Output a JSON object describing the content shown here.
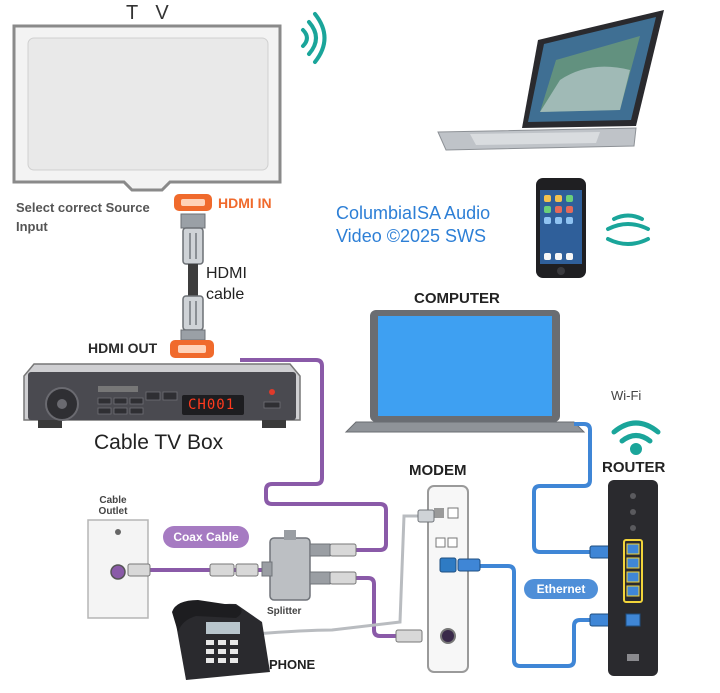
{
  "labels": {
    "tv": "T V",
    "select_note": "Select correct Source Input",
    "hdmi_in": "HDMI IN",
    "hdmi_out": "HDMI OUT",
    "hdmi_cable": "HDMI cable",
    "copyright": "ColumbiaISA Audio Video ©2025  SWS",
    "cable_tv_box": "Cable TV Box",
    "box_display": "CH001",
    "computer": "COMPUTER",
    "wifi": "Wi-Fi",
    "modem": "MODEM",
    "router": "ROUTER",
    "cable_outlet": "Cable Outlet",
    "coax_cable": "Coax Cable",
    "splitter": "Splitter",
    "ethernet": "Ethernet",
    "phone": "PHONE"
  },
  "colors": {
    "hdmi_orange": "#f06a2c",
    "coax_purple": "#8a5aa8",
    "ethernet_blue": "#3f86d6",
    "wifi_teal": "#1aa59a",
    "laptop_screen": "#3ea0f2",
    "copyright_blue": "#2d7fd6"
  },
  "icons": [
    "wifi-waves-icon",
    "laptop-icon",
    "smartphone-icon",
    "desk-phone-icon"
  ]
}
